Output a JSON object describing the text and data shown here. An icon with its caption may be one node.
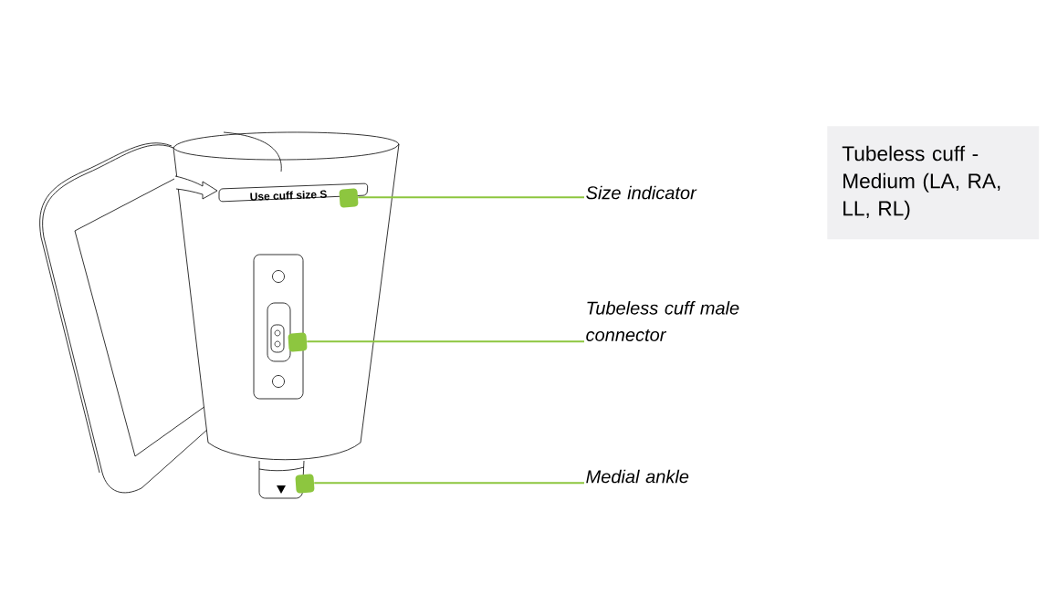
{
  "diagram": {
    "nodes": [
      {
        "text": [
          "Tubeless cuff - Medium (LA, RA, LL, RL)"
        ]
      },
      {
        "text": [
          "Size indicator"
        ]
      },
      {
        "text": [
          "Tubeless cuff male connector"
        ]
      },
      {
        "text": [
          "Medial ankle"
        ]
      },
      {
        "text": [],
        "shape": "box"
      },
      {
        "text": [],
        "shape": "box"
      },
      {
        "text": [],
        "shape": "box"
      }
    ],
    "edges": [
      {
        "from": 1,
        "to": 4,
        "arrow": "none"
      },
      {
        "from": 2,
        "to": 5,
        "arrow": "none"
      },
      {
        "from": 3,
        "to": 6,
        "arrow": "none"
      }
    ],
    "labels": [
      "Use cuff size S"
    ]
  }
}
